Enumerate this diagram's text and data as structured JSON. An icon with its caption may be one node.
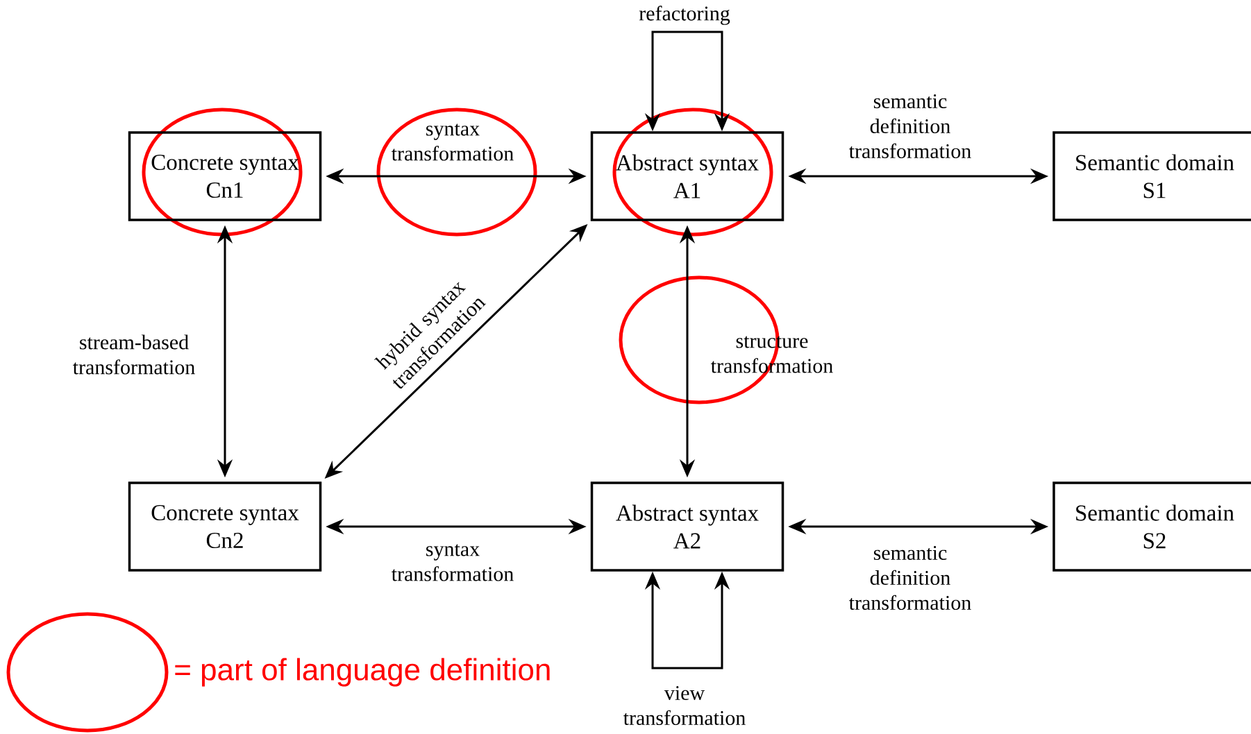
{
  "diagram": {
    "nodes": [
      {
        "text": [
          "Concrete syntax Cn1"
        ]
      },
      {
        "text": [
          "Abstract syntax A1"
        ]
      },
      {
        "text": [
          "Semantic domain S1"
        ]
      },
      {
        "text": [
          "Concrete syntax Cn2"
        ]
      },
      {
        "text": [
          "Abstract syntax A2"
        ]
      },
      {
        "text": [
          "Semantic domain S2"
        ]
      }
    ],
    "edges": [
      {
        "from": 0,
        "to": 1,
        "arrow": "both",
        "label": "syntax transformation"
      },
      {
        "from": 1,
        "to": 2,
        "arrow": "both",
        "label": "semantic definition transformation"
      },
      {
        "from": 0,
        "to": 3,
        "arrow": "both",
        "label": "stream-based transformation"
      },
      {
        "from": 3,
        "to": 1,
        "arrow": "both",
        "label": "hybrid syntax transformation"
      },
      {
        "from": 1,
        "to": 4,
        "arrow": "both",
        "label": "structure transformation"
      },
      {
        "from": 3,
        "to": 4,
        "arrow": "both",
        "label": "syntax transformation"
      },
      {
        "from": 4,
        "to": 5,
        "arrow": "both",
        "label": "semantic definition transformation"
      },
      {
        "from": 1,
        "to": 1,
        "arrow": "both",
        "label": "refactoring"
      },
      {
        "from": 4,
        "to": 4,
        "arrow": "both",
        "label": "view transformation"
      }
    ],
    "legend": [
      {
        "text": "= part of language definition"
      }
    ]
  }
}
